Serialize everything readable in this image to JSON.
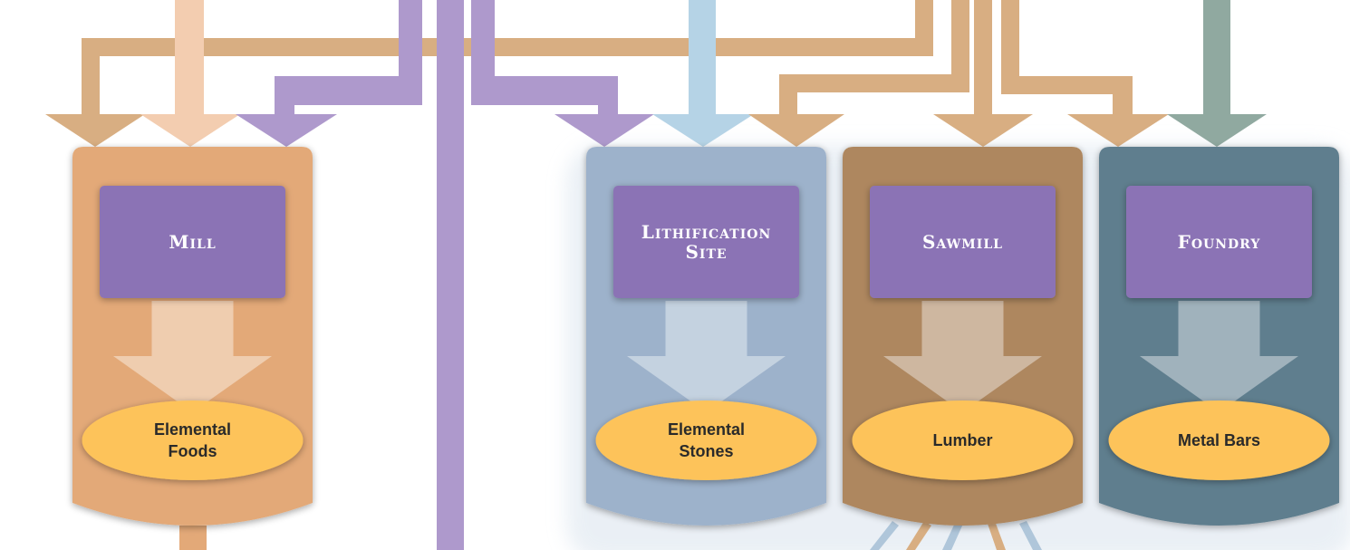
{
  "facilities": [
    {
      "name": "Mill",
      "title_lines": [
        "Mill"
      ],
      "output_lines": [
        "Elemental",
        "Foods"
      ],
      "color": "#E3A978"
    },
    {
      "name": "Lithification Site",
      "title_lines": [
        "Lithification",
        "Site"
      ],
      "output_lines": [
        "Elemental",
        "Stones"
      ],
      "color": "#9DB2CB"
    },
    {
      "name": "Sawmill",
      "title_lines": [
        "Sawmill"
      ],
      "output_lines": [
        "Lumber"
      ],
      "color": "#AE875F"
    },
    {
      "name": "Foundry",
      "title_lines": [
        "Foundry"
      ],
      "output_lines": [
        "Metal Bars"
      ],
      "color": "#5F7E8E"
    }
  ],
  "colors": {
    "title_box": "#8B73B5",
    "output_oval": "#FDC35A",
    "flow_tan": "#D8AE82",
    "flow_peach": "#F3CDB0",
    "flow_purple": "#AE99CC",
    "flow_blue": "#B5D3E6",
    "flow_green": "#90A9A0"
  }
}
